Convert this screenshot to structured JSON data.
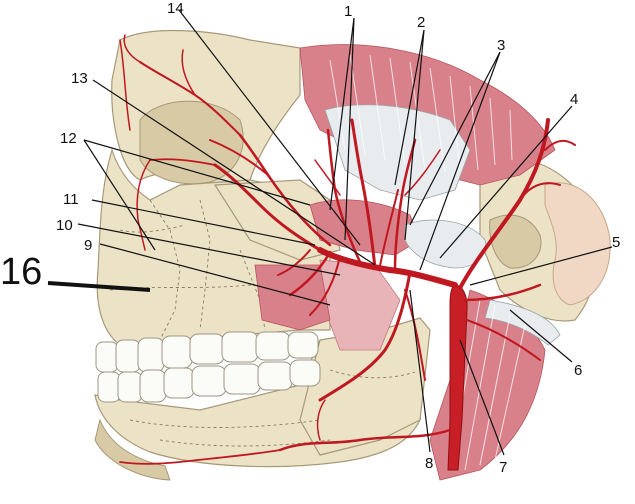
{
  "labels": [
    {
      "id": "1",
      "text": "1"
    },
    {
      "id": "2",
      "text": "2"
    },
    {
      "id": "3",
      "text": "3"
    },
    {
      "id": "4",
      "text": "4"
    },
    {
      "id": "5",
      "text": "5"
    },
    {
      "id": "6",
      "text": "6"
    },
    {
      "id": "7",
      "text": "7"
    },
    {
      "id": "8",
      "text": "8"
    },
    {
      "id": "9",
      "text": "9"
    },
    {
      "id": "10",
      "text": "10"
    },
    {
      "id": "11",
      "text": "11"
    },
    {
      "id": "12",
      "text": "12"
    },
    {
      "id": "13",
      "text": "13"
    },
    {
      "id": "14",
      "text": "14"
    },
    {
      "id": "16",
      "text": "16"
    }
  ],
  "colors": {
    "artery": "#c81e26",
    "muscle": "#d9818a",
    "bone": "#ece3c6",
    "tendon": "#e8ecef",
    "label": "#111111"
  }
}
